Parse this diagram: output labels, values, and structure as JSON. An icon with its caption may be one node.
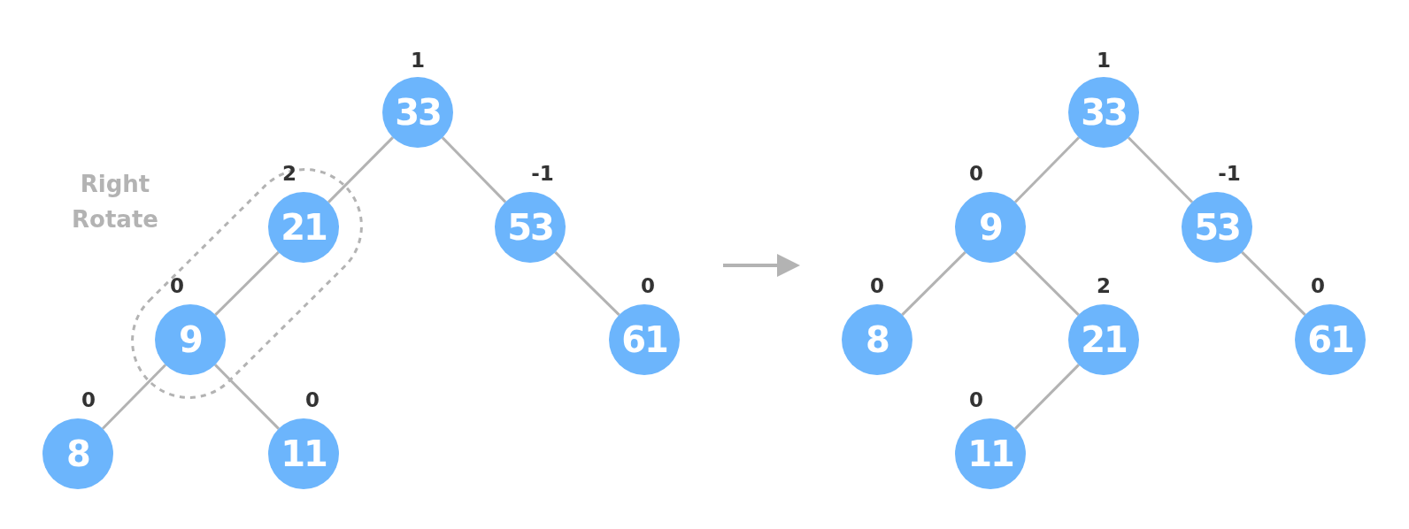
{
  "diagram": {
    "nodes": [
      {
        "text": [
          "33"
        ],
        "beside": [
          "1"
        ]
      },
      {
        "text": [
          "21"
        ],
        "beside": [
          "2"
        ]
      },
      {
        "text": [
          "53"
        ],
        "beside": [
          "-1"
        ]
      },
      {
        "text": [
          "9"
        ],
        "beside": [
          "0"
        ]
      },
      {
        "text": [
          "61"
        ],
        "beside": [
          "0"
        ]
      },
      {
        "text": [
          "8"
        ],
        "beside": [
          "0"
        ]
      },
      {
        "text": [
          "11"
        ],
        "beside": [
          "0"
        ]
      },
      {
        "text": [
          "33"
        ],
        "beside": [
          "1"
        ]
      },
      {
        "text": [
          "9"
        ],
        "beside": [
          "0"
        ]
      },
      {
        "text": [
          "53"
        ],
        "beside": [
          "-1"
        ]
      },
      {
        "text": [
          "8"
        ],
        "beside": [
          "0"
        ]
      },
      {
        "text": [
          "21"
        ],
        "beside": [
          "2"
        ]
      },
      {
        "text": [
          "61"
        ],
        "beside": [
          "0"
        ]
      },
      {
        "text": [
          "11"
        ],
        "beside": [
          "0"
        ]
      }
    ],
    "edges": [
      {
        "from": 0,
        "to": 1,
        "arrow": "none"
      },
      {
        "from": 0,
        "to": 2,
        "arrow": "none"
      },
      {
        "from": 1,
        "to": 3,
        "arrow": "none"
      },
      {
        "from": 2,
        "to": 4,
        "arrow": "none"
      },
      {
        "from": 3,
        "to": 5,
        "arrow": "none"
      },
      {
        "from": 3,
        "to": 6,
        "arrow": "none"
      },
      {
        "from": 7,
        "to": 8,
        "arrow": "none"
      },
      {
        "from": 7,
        "to": 9,
        "arrow": "none"
      },
      {
        "from": 8,
        "to": 10,
        "arrow": "none"
      },
      {
        "from": 8,
        "to": 11,
        "arrow": "none"
      },
      {
        "from": 9,
        "to": 12,
        "arrow": "none"
      },
      {
        "from": 11,
        "to": 13,
        "arrow": "none"
      }
    ],
    "labels": [
      "Right Rotate"
    ]
  }
}
